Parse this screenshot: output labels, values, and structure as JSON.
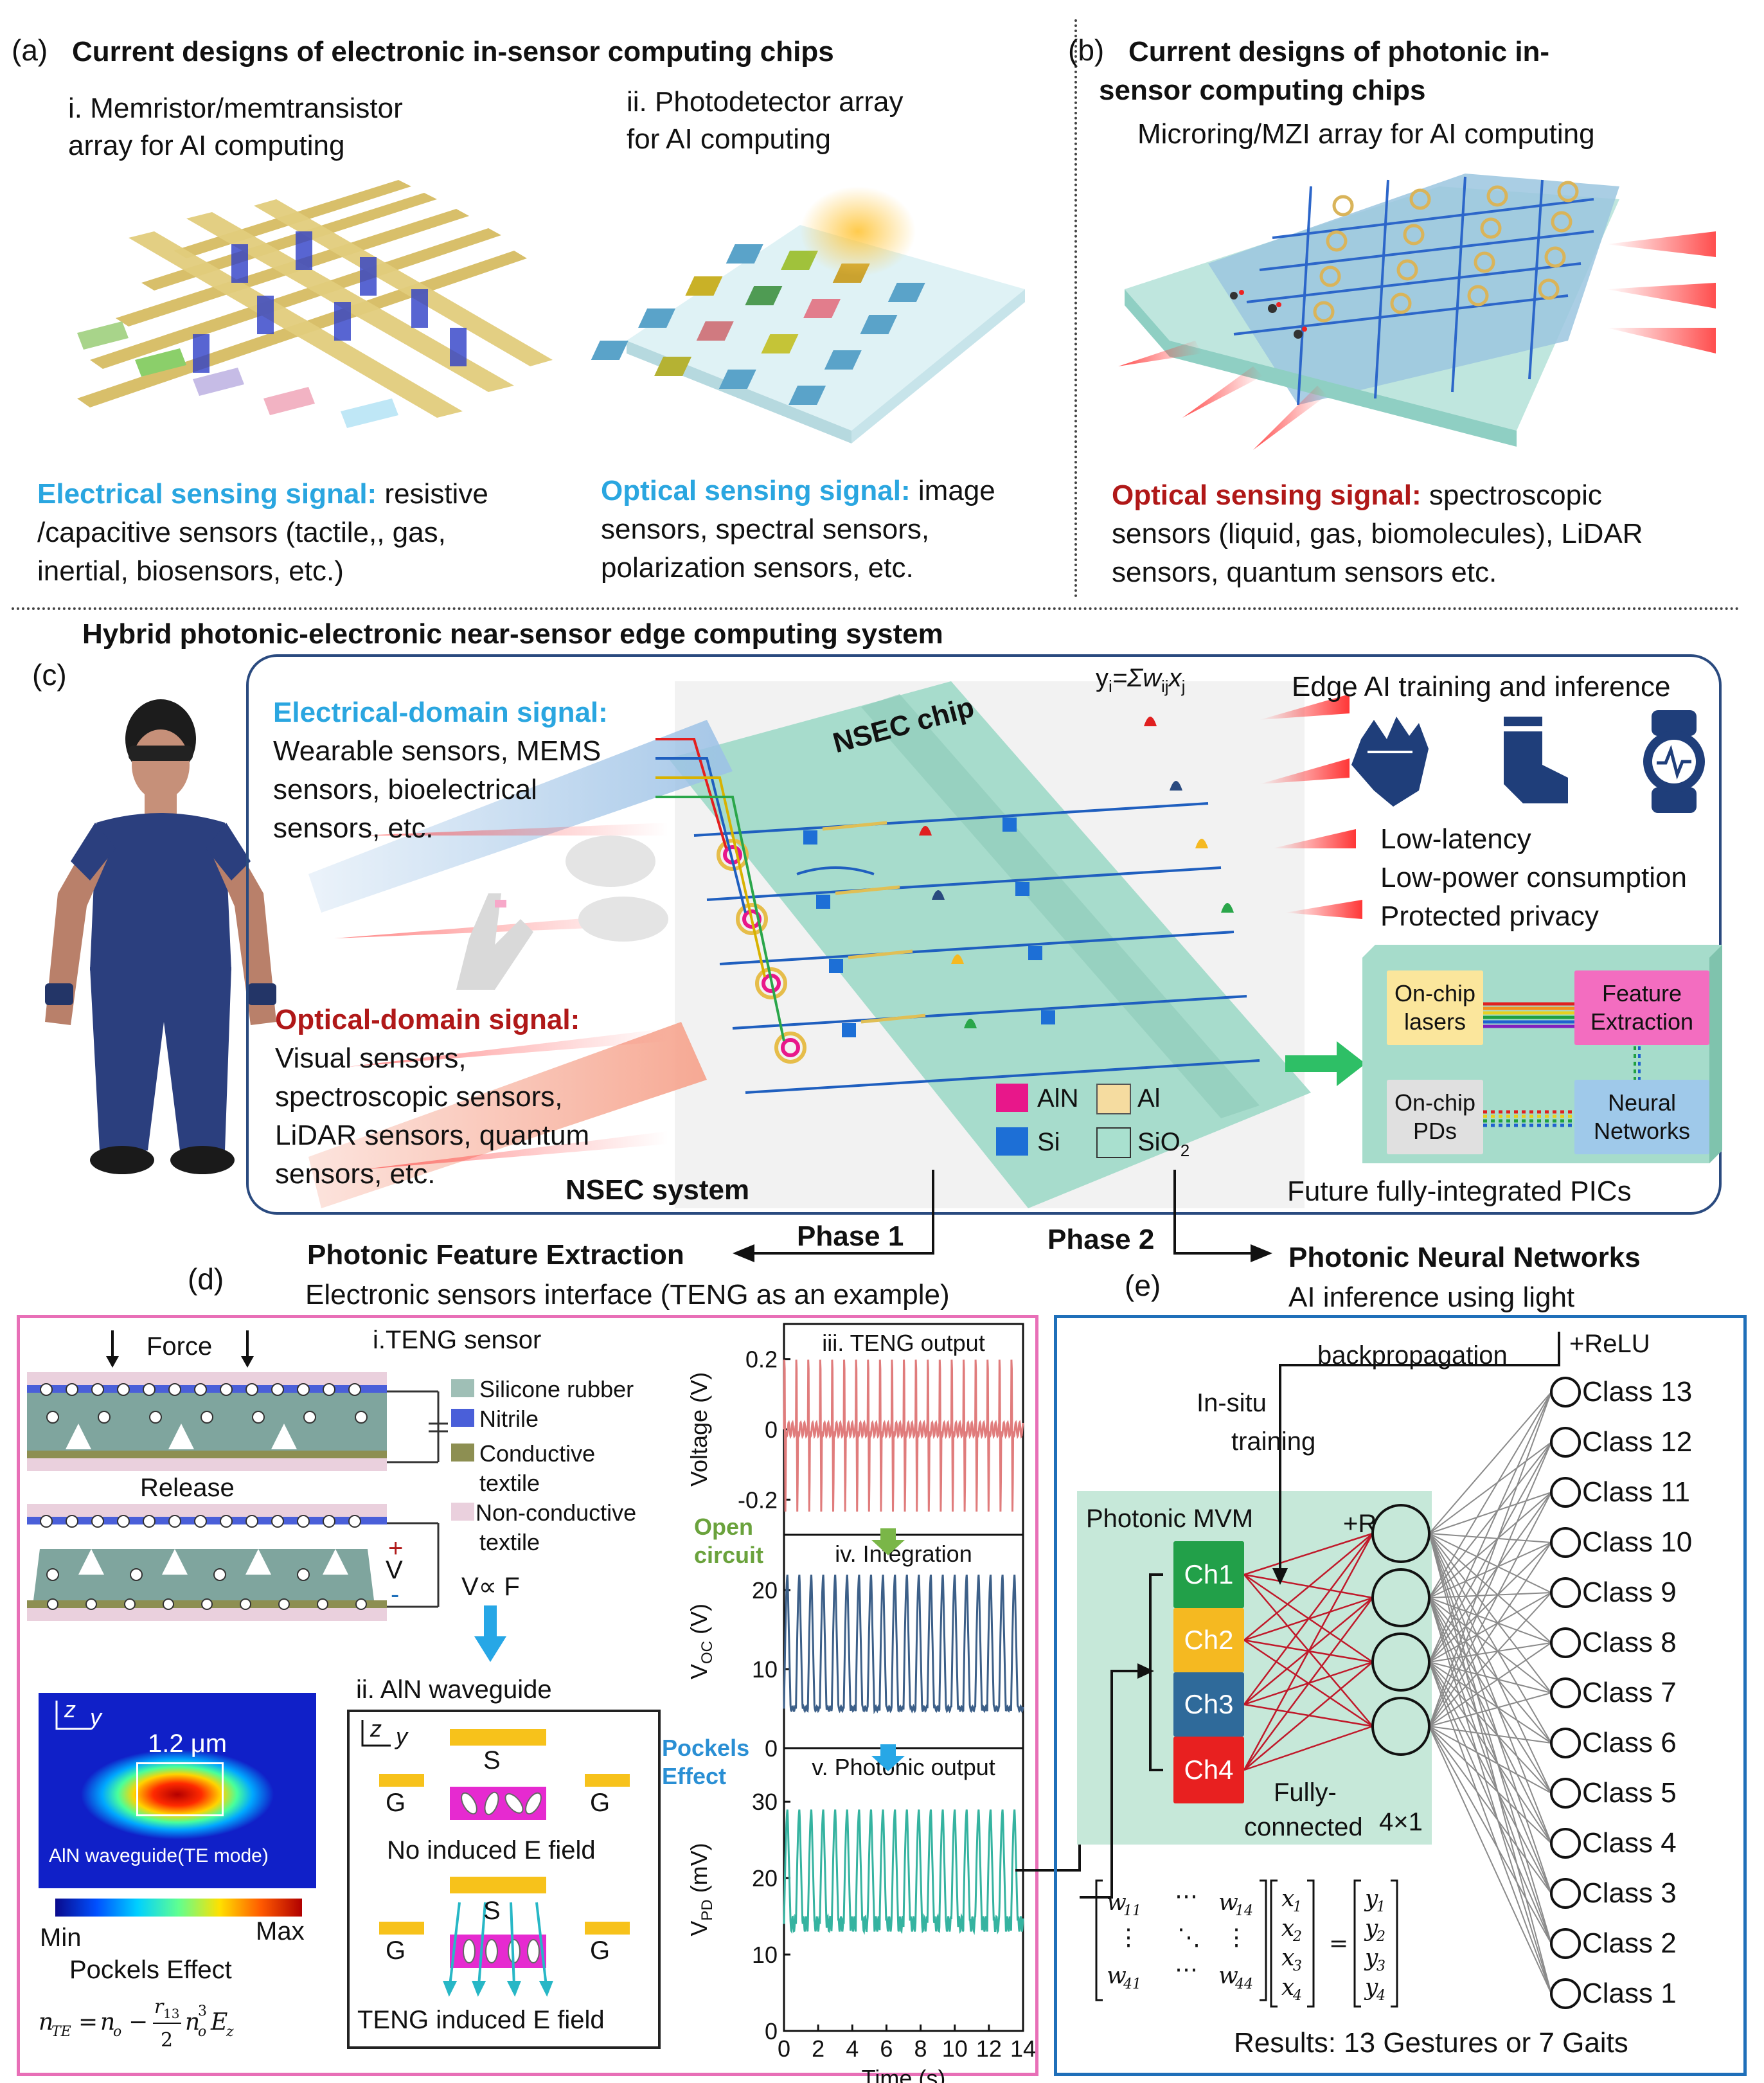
{
  "panel_a": {
    "label": "(a)",
    "title": "Current designs of electronic in-sensor computing chips",
    "sub_i": [
      "i. Memristor/memtransistor",
      "array for AI computing"
    ],
    "sub_ii": [
      "ii. Photodetector array",
      "for AI computing"
    ],
    "electrical_head": "Electrical sensing signal:",
    "electrical_lines": [
      " resistive",
      "/capacitive sensors (tactile,, gas,",
      "inertial, biosensors, etc.)"
    ],
    "optical_head": "Optical sensing signal:",
    "optical_lines": [
      " image",
      "sensors, spectral sensors,",
      "polarization sensors, etc."
    ]
  },
  "panel_b": {
    "label": "(b)",
    "title": [
      "Current designs of photonic in-",
      "sensor computing chips"
    ],
    "sub": "Microring/MZI array for AI computing",
    "optical_head": "Optical sensing signal:",
    "optical_lines": [
      " spectroscopic",
      "sensors (liquid, gas, biomolecules), LiDAR",
      "sensors, quantum sensors etc."
    ]
  },
  "panel_c": {
    "label": "(c)",
    "title": "Hybrid photonic-electronic near-sensor edge computing system",
    "electrical_head": "Electrical-domain signal:",
    "electrical_lines": [
      "Wearable sensors, MEMS",
      "sensors, bioelectrical",
      "sensors, etc."
    ],
    "optical_head": "Optical-domain signal:",
    "optical_lines": [
      "Visual sensors,",
      "spectroscopic sensors,",
      "LiDAR sensors, quantum",
      "sensors, etc."
    ],
    "chip_label": "NSEC chip",
    "equation": "y",
    "equation_i": "i",
    "equation_mid": "=Σw",
    "equation_ij": "ij",
    "equation_x": "x",
    "equation_j": "j",
    "legend": {
      "aln": "AlN",
      "al": "Al",
      "si": "Si",
      "sio2": "SiO",
      "sio2_sub": "2"
    },
    "system_label": "NSEC system",
    "edge_title": "Edge AI training and inference",
    "edge_features": [
      "Low-latency",
      "Low-power consumption",
      "Protected privacy"
    ],
    "pic_blocks": {
      "lasers": [
        "On-chip",
        "lasers"
      ],
      "feature": [
        "Feature",
        "Extraction"
      ],
      "pds": [
        "On-chip",
        "PDs"
      ],
      "neural": [
        "Neural",
        "Networks"
      ]
    },
    "future_label": "Future fully-integrated PICs",
    "phase1": "Phase 1",
    "phase2": "Phase 2",
    "icons": [
      "glove-icon",
      "sock-icon",
      "smartwatch-icon"
    ],
    "colors": {
      "electrical_signal": "#2aa6e0",
      "optical_signal": "#b01818",
      "chip": "#9fd9c8"
    }
  },
  "panel_d": {
    "label": "(d)",
    "title": "Photonic Feature Extraction",
    "subtitle": "Electronic sensors interface (TENG as an example)",
    "teng_title": "i.TENG sensor",
    "force": "Force",
    "release": "Release",
    "legend": [
      "Silicone rubber",
      "Nitrile",
      "Conductive",
      "textile",
      "Non-conductive",
      "textile"
    ],
    "v_plus": "+",
    "v_label": "V",
    "v_minus": "-",
    "proportional": "V∝ F",
    "waveguide_title": "ii. AlN waveguide",
    "s_label": "S",
    "g_label": "G",
    "no_field": "No induced E field",
    "teng_field": "TENG induced E field",
    "mode_width": "1.2 μm",
    "mode_caption": "AlN waveguide(TE mode)",
    "min": "Min",
    "max": "Max",
    "pockels": "Pockels Effect",
    "open_circuit": [
      "Open",
      "circuit"
    ],
    "pockels_effect": [
      "Pockels",
      "Effect"
    ],
    "axis_z": "z",
    "axis_y": "y"
  },
  "panel_e": {
    "label": "(e)",
    "title": "Photonic Neural Networks",
    "subtitle": "AI inference using light",
    "backprop": "backpropagation",
    "relu_top": "+ReLU",
    "insitu": [
      "In-situ",
      "training"
    ],
    "mvm": "Photonic MVM",
    "relu_mid": "+ReLU",
    "channels": [
      "Ch1",
      "Ch2",
      "Ch3",
      "Ch4"
    ],
    "channel_colors": [
      "#22a049",
      "#f5b921",
      "#2f6a9a",
      "#e82020"
    ],
    "fc": [
      "Fully-",
      "connected"
    ],
    "size": "4×1",
    "classes": [
      "Class 13",
      "Class 12",
      "Class 11",
      "Class 10",
      "Class 9",
      "Class 8",
      "Class 7",
      "Class 6",
      "Class 5",
      "Class 4",
      "Class 3",
      "Class 2",
      "Class 1"
    ],
    "results": "Results: 13 Gestures or 7 Gaits"
  },
  "chart_data": [
    {
      "type": "line",
      "title": "iii. TENG output",
      "ylabel": "Voltage (V)",
      "yticks": [
        "0.2",
        "0",
        "-0.2"
      ],
      "ylim": [
        -0.3,
        0.3
      ],
      "x_range": [
        0,
        14
      ],
      "period_s": 0.7,
      "color": "#e07c7c",
      "series": [
        {
          "values_description_peaks": [
            0.22,
            -0.24
          ]
        }
      ]
    },
    {
      "type": "line",
      "title": "iv. Integration",
      "ylabel": "V",
      "ylabel_sub": "OC",
      "ylabel_unit": " (V)",
      "yticks": [
        "20",
        "10",
        "0"
      ],
      "ylim": [
        0,
        27
      ],
      "x_range": [
        0,
        14
      ],
      "color": "#3c5f88",
      "series": [
        {
          "peak": 22,
          "baseline": 5
        }
      ]
    },
    {
      "type": "line",
      "title": "v. Photonic output",
      "ylabel": "V",
      "ylabel_sub": "PD",
      "ylabel_unit": " (mV)",
      "yticks": [
        "30",
        "20",
        "10",
        "0"
      ],
      "ylim": [
        0,
        37
      ],
      "xlabel": "Time (s)",
      "xticks": [
        "0",
        "2",
        "4",
        "6",
        "8",
        "10",
        "12",
        "14"
      ],
      "x_range": [
        0,
        14
      ],
      "color": "#35b3a0",
      "series": [
        {
          "peak": 29,
          "baseline": 14
        }
      ]
    }
  ]
}
